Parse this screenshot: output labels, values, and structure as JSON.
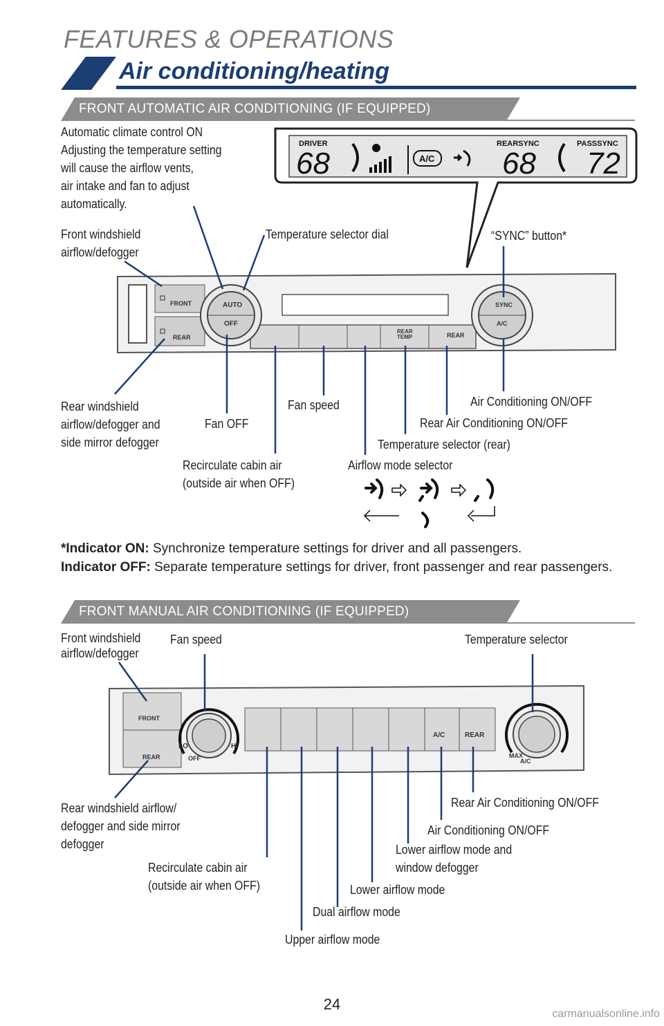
{
  "header": {
    "section": "FEATURES & OPERATIONS",
    "title": "Air conditioning/heating"
  },
  "auto_section": {
    "band": "FRONT AUTOMATIC AIR CONDITIONING (IF EQUIPPED)",
    "display": {
      "driver_label": "DRIVER",
      "driver_temp": "68",
      "ac_label": "A/C",
      "rear_sync_label": "REARSYNC",
      "rear_temp": "68",
      "pass_sync_label": "PASSSYNC",
      "pass_temp": "72"
    },
    "panel": {
      "front_btn": "FRONT",
      "rear_btn": "REAR",
      "auto_label": "AUTO",
      "off_label": "OFF",
      "sync_label": "SYNC",
      "ac_knob_label": "A/C",
      "rear_temp_label1": "REAR",
      "rear_temp_label2": "TEMP",
      "rear_ac_label": "REAR"
    },
    "labels": {
      "auto_desc": "Automatic climate control ON\nAdjusting the temperature setting\nwill cause the airflow vents,\nair intake and fan to adjust\nautomatically.",
      "front_defog": "Front windshield\nairflow/defogger",
      "temp_dial": "Temperature selector dial",
      "sync_button": "“SYNC” button*",
      "rear_defog": "Rear windshield\nairflow/defogger and\nside mirror defogger",
      "fan_off": "Fan OFF",
      "fan_speed": "Fan speed",
      "ac_onoff": "Air Conditioning ON/OFF",
      "rear_ac_onoff": "Rear Air Conditioning ON/OFF",
      "temp_rear": "Temperature selector (rear)",
      "recirc": "Recirculate cabin air\n(outside air when OFF)",
      "airflow_mode": "Airflow mode selector"
    }
  },
  "note": {
    "on_label": "*Indicator ON:",
    "on_text": " Synchronize temperature settings for driver and all passengers.",
    "off_label": "Indicator OFF:",
    "off_text": " Separate temperature settings for driver, front passenger and rear passengers."
  },
  "manual_section": {
    "band": "FRONT MANUAL AIR CONDITIONING (IF EQUIPPED)",
    "panel": {
      "front_btn": "FRONT",
      "rear_btn": "REAR",
      "lo": "LO",
      "hi": "HI",
      "off": "OFF",
      "ac_btn": "A/C",
      "rear_ac_btn": "REAR",
      "max": "MAX",
      "max_ac": "A/C"
    },
    "labels": {
      "front_defog": "Front windshield\nairflow/defogger",
      "fan_speed": "Fan speed",
      "temp_selector": "Temperature selector",
      "rear_defog": "Rear windshield airflow/\ndefogger and side mirror\ndefogger",
      "rear_ac_onoff": "Rear Air Conditioning ON/OFF",
      "ac_onoff": "Air Conditioning ON/OFF",
      "lower_window": "Lower airflow mode and\nwindow defogger",
      "recirc": "Recirculate cabin air\n(outside air when OFF)",
      "lower_mode": "Lower airflow mode",
      "dual_mode": "Dual airflow mode",
      "upper_mode": "Upper airflow mode"
    }
  },
  "footer": {
    "page_number": "24",
    "watermark": "carmanualsonline.info"
  },
  "colors": {
    "brand_blue": "#1b3e73",
    "band_grey": "#8c8c8c",
    "leader_blue": "#1b3e73"
  }
}
